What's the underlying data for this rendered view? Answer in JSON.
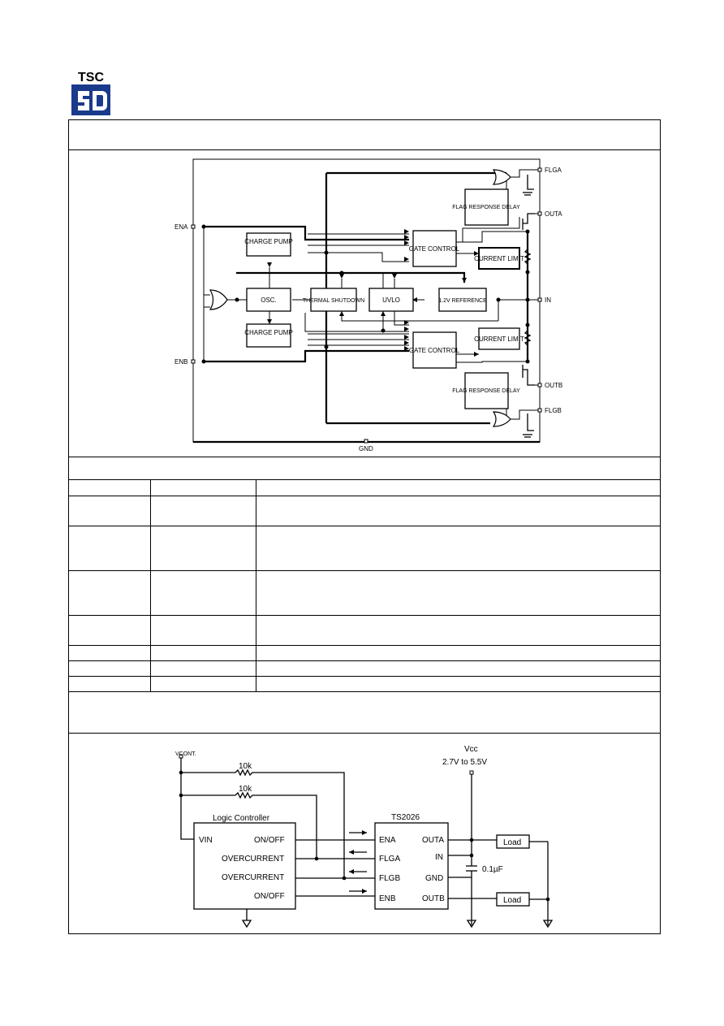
{
  "logo": {
    "text": "TSC"
  },
  "block_diagram": {
    "blocks": {
      "charge_pump_top": "CHARGE PUMP",
      "charge_pump_bottom": "CHARGE PUMP",
      "osc": "OSC.",
      "thermal_shutdown": "THERMAL SHUTDOWN",
      "uvlo": "UVLO",
      "reference": "1.2V REFERENCE",
      "gate_control_top": "GATE CONTROL",
      "gate_control_bottom": "GATE CONTROL",
      "current_limit_top": "CURRENT LIMIT",
      "current_limit_bottom": "CURRENT LIMIT",
      "flag_delay_top": "FLAG RESPONSE DELAY",
      "flag_delay_bottom": "FLAG RESPONSE DELAY"
    },
    "pins": {
      "ena": "ENA",
      "enb": "ENB",
      "flga": "FLGA",
      "outa": "OUTA",
      "in": "IN",
      "outb": "OUTB",
      "flgb": "FLGB",
      "gnd": "GND"
    }
  },
  "pin_table_rows": 8,
  "application_circuit": {
    "vcont": "VCONT.",
    "vcc": "Vcc",
    "vcc_range": "2.7V  to 5.5V",
    "r1": "10k",
    "r2": "10k",
    "controller_title": "Logic Controller",
    "ctrl_vin": "VIN",
    "ctrl_on_off_1": "ON/OFF",
    "ctrl_overcurrent_1": "OVERCURRENT",
    "ctrl_overcurrent_2": "OVERCURRENT",
    "ctrl_on_off_2": "ON/OFF",
    "chip_title": "TS2026",
    "chip_ena": "ENA",
    "chip_flga": "FLGA",
    "chip_flgb": "FLGB",
    "chip_enb": "ENB",
    "chip_outa": "OUTA",
    "chip_in": "IN",
    "chip_gnd": "GND",
    "chip_outb": "OUTB",
    "cap": "0.1µF",
    "load_a": "Load",
    "load_b": "Load"
  }
}
